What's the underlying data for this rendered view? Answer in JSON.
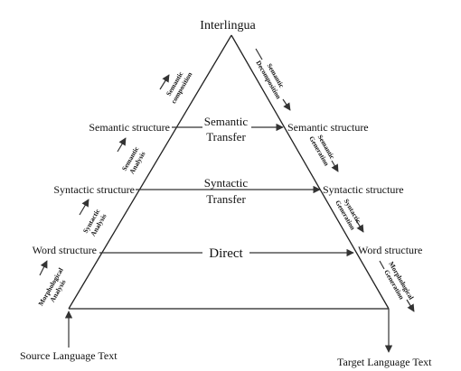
{
  "apex": {
    "label": "Interlingua"
  },
  "source": {
    "label": "Source Language Text"
  },
  "target": {
    "label": "Target Language Text"
  },
  "levels": [
    {
      "left": "Semantic structure",
      "right": "Semantic structure",
      "transfer": [
        "Semantic",
        "Transfer"
      ]
    },
    {
      "left": "Syntactic structure",
      "right": "Syntactic structure",
      "transfer": [
        "Syntactic",
        "Transfer"
      ]
    },
    {
      "left": "Word structure",
      "right": "Word structure",
      "transfer": [
        "Direct"
      ]
    }
  ],
  "left_steps": [
    [
      "Morphological",
      "Analysis"
    ],
    [
      "Syntactic",
      "Analysis"
    ],
    [
      "Semantic",
      "Analysis"
    ],
    [
      "Semantic",
      "composition"
    ]
  ],
  "right_steps": [
    [
      "Semantic",
      "Decomposition"
    ],
    [
      "Semantic",
      "Generation"
    ],
    [
      "Syntactic",
      "Generation"
    ],
    [
      "Morphological",
      "Generation"
    ]
  ],
  "colors": {
    "line": "#222222",
    "text": "#111111",
    "background": "#ffffff"
  }
}
